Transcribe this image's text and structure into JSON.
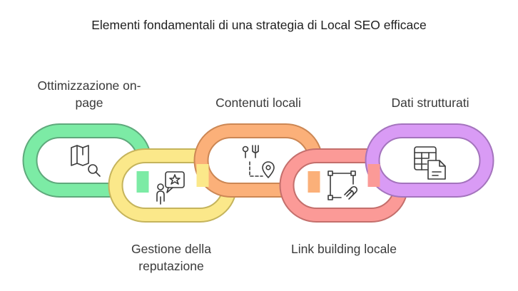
{
  "title": "Elementi fondamentali di una strategia di Local SEO efficace",
  "links": [
    {
      "label": "Ottimizzazione on-\npage",
      "icon": "map-search-icon",
      "color": "#7ceba5"
    },
    {
      "label": "Gestione della\nreputazione",
      "icon": "person-star-review-icon",
      "color": "#fbe88a"
    },
    {
      "label": "Contenuti locali",
      "icon": "fork-knife-location-icon",
      "color": "#fbb079"
    },
    {
      "label": "Link building locale",
      "icon": "connected-nodes-link-icon",
      "color": "#fb9a97"
    },
    {
      "label": "Dati strutturati",
      "icon": "table-document-icon",
      "color": "#d99bf5"
    }
  ]
}
